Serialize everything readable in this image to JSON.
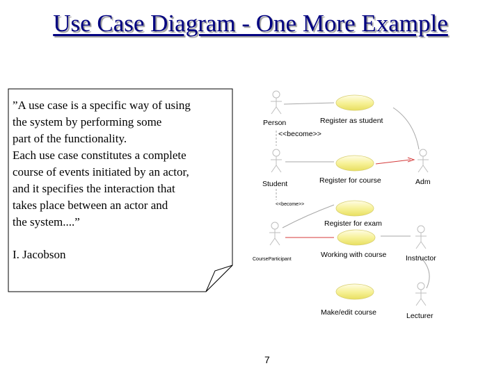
{
  "slide": {
    "title": "Use Case Diagram - One More Example",
    "page_number": "7"
  },
  "note": {
    "quote": "”A use case is a specific way of using\nthe system by performing some\npart of the functionality.\nEach use case constitutes a complete\ncourse of events initiated by an actor,\nand it specifies the interaction that\ntakes place between an actor and\nthe system....”",
    "author": "I. Jacobson"
  },
  "diagram": {
    "actors": {
      "person": "Person",
      "student": "Student",
      "course_participant": "CourseParticipant",
      "adm": "Adm",
      "instructor": "Instructor",
      "lecturer": "Lecturer"
    },
    "use_cases": {
      "register_student": "Register as student",
      "register_course": "Register for course",
      "register_exam": "Register for exam",
      "working_course": "Working with course",
      "make_edit_course": "Make/edit course"
    },
    "stereotypes": {
      "become_1": "<<become>>",
      "become_2": "<<become>>"
    },
    "colors": {
      "title": "#000080",
      "use_case_fill": "#f7f29a",
      "actor_stroke": "#bdbdbd"
    }
  }
}
